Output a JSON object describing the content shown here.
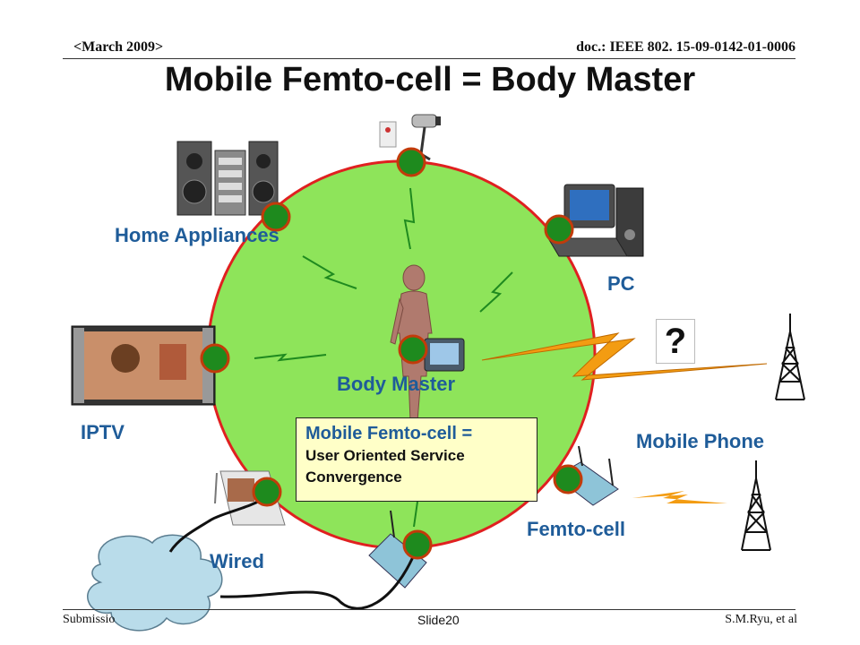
{
  "header": {
    "date": "<March 2009>",
    "doc_id": "doc.: IEEE 802. 15-09-0142-01-0006"
  },
  "title": "Mobile Femto-cell = Body Master",
  "labels": {
    "home_appliances": "Home Appliances",
    "pc": "PC",
    "body_master": "Body Master",
    "iptv": "IPTV",
    "mobile_phone": "Mobile Phone",
    "femto_cell": "Femto-cell",
    "wired": "Wired",
    "question": "?"
  },
  "info_box": {
    "line1": "Mobile Femto-cell =",
    "line2": "User Oriented Service",
    "line3": "Convergence"
  },
  "footer": {
    "left": "Submissio",
    "center": "Slide20",
    "right": "S.M.Ryu, et al"
  },
  "colors": {
    "circle_fill": "#8ee45a",
    "circle_stroke": "#e02020",
    "node_fill": "#1e8a1e",
    "node_stroke": "#c23b0a",
    "lightning": "#f39c12",
    "label_blue": "#1f5c99"
  }
}
